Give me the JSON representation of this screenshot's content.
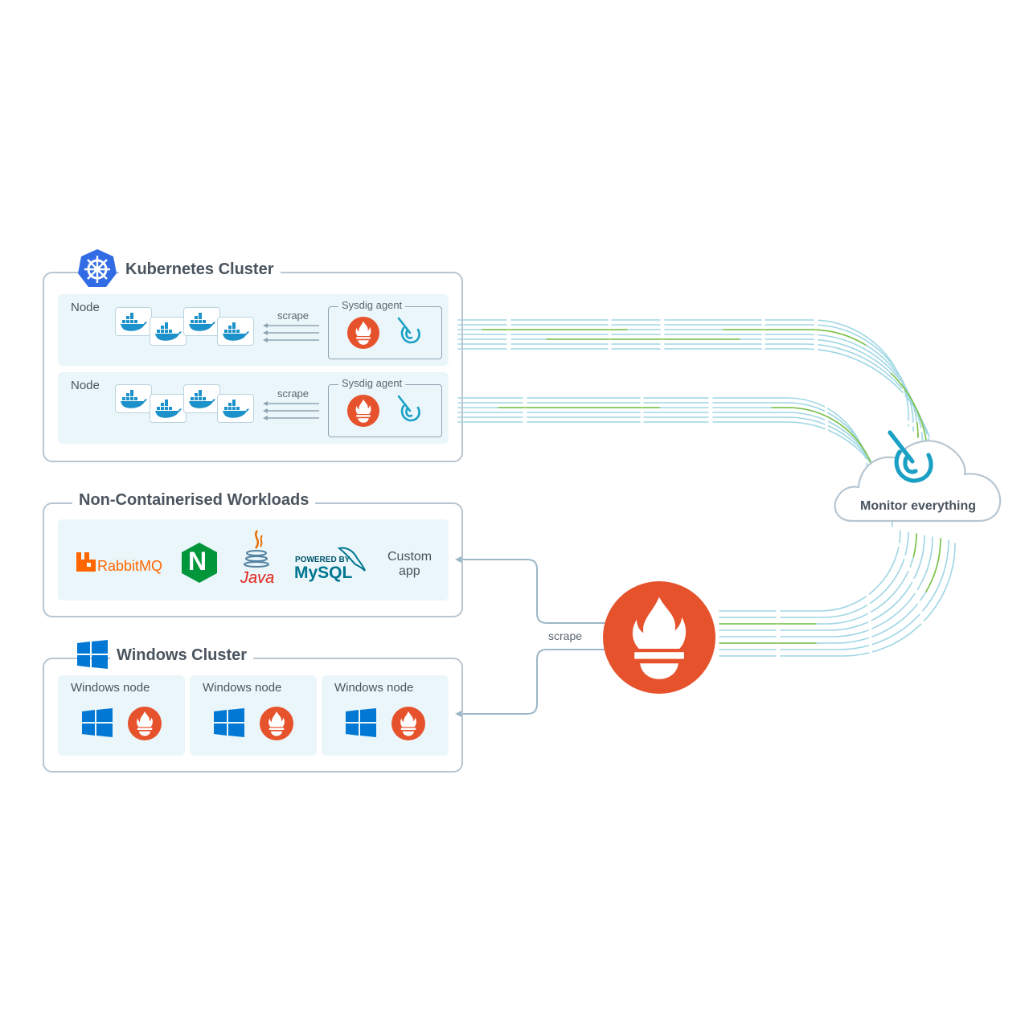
{
  "kubernetes": {
    "title": "Kubernetes Cluster",
    "nodes": [
      {
        "label": "Node",
        "scrape": "scrape",
        "agent": "Sysdig agent"
      },
      {
        "label": "Node",
        "scrape": "scrape",
        "agent": "Sysdig agent"
      }
    ]
  },
  "workloads": {
    "title": "Non-Containerised Workloads",
    "rabbitmq": "RabbitMQ",
    "nginx": "N",
    "java": "Java",
    "mysql_powered": "POWERED BY",
    "mysql": "MySQL",
    "custom_line1": "Custom",
    "custom_line2": "app"
  },
  "windows": {
    "title": "Windows Cluster",
    "nodes": [
      {
        "label": "Windows node"
      },
      {
        "label": "Windows node"
      },
      {
        "label": "Windows node"
      }
    ]
  },
  "cloud": {
    "label": "Monitor everything"
  },
  "prometheus": {
    "scrape": "scrape"
  },
  "colors": {
    "prometheus": "#e6522c",
    "sysdig": "#1aa0c4",
    "kubernetes": "#326ce5",
    "windows": "#0078d4",
    "nginx": "#009639",
    "rabbitmq": "#ff6600",
    "border": "#b7c6d2"
  },
  "icons": [
    "kubernetes-icon",
    "docker-icon",
    "prometheus-icon",
    "sysdig-icon",
    "windows-icon",
    "rabbitmq-icon",
    "nginx-icon",
    "java-icon",
    "mysql-icon",
    "cloud-icon"
  ]
}
